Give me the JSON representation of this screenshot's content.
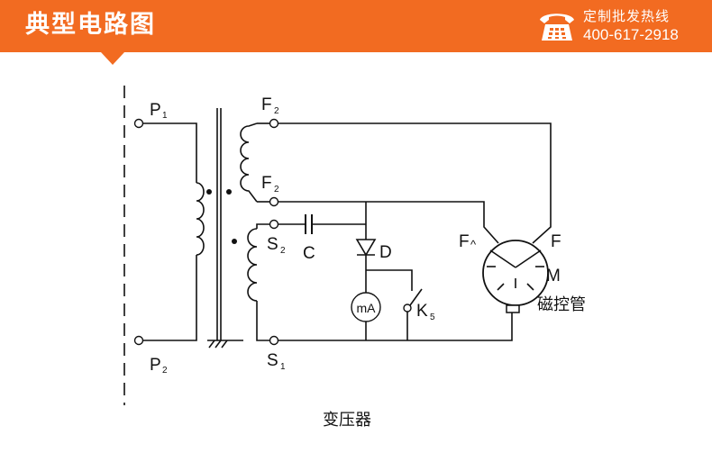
{
  "header": {
    "title": "典型电路图",
    "hotline_label": "定制批发热线",
    "hotline_number": "400-617-2918",
    "phone_icon": "telephone-icon"
  },
  "diagram": {
    "labels": {
      "P1_main": "P",
      "P1_sub": "1",
      "P2_main": "P",
      "P2_sub": "2",
      "F2a_main": "F",
      "F2a_sub": "2",
      "F2b_main": "F",
      "F2b_sub": "2",
      "S2_main": "S",
      "S2_sub": "2",
      "S1_main": "S",
      "S1_sub": "1",
      "C": "C",
      "D": "D",
      "mA": "mA",
      "K5_main": "K",
      "K5_sub": "5",
      "F_left": "F",
      "F_caret": "^",
      "F_right": "F",
      "M": "M",
      "magnetron": "磁控管",
      "transformer": "变压器"
    }
  },
  "colors": {
    "banner": "#f26b21",
    "banner_text": "#ffffff",
    "line": "#111111"
  }
}
